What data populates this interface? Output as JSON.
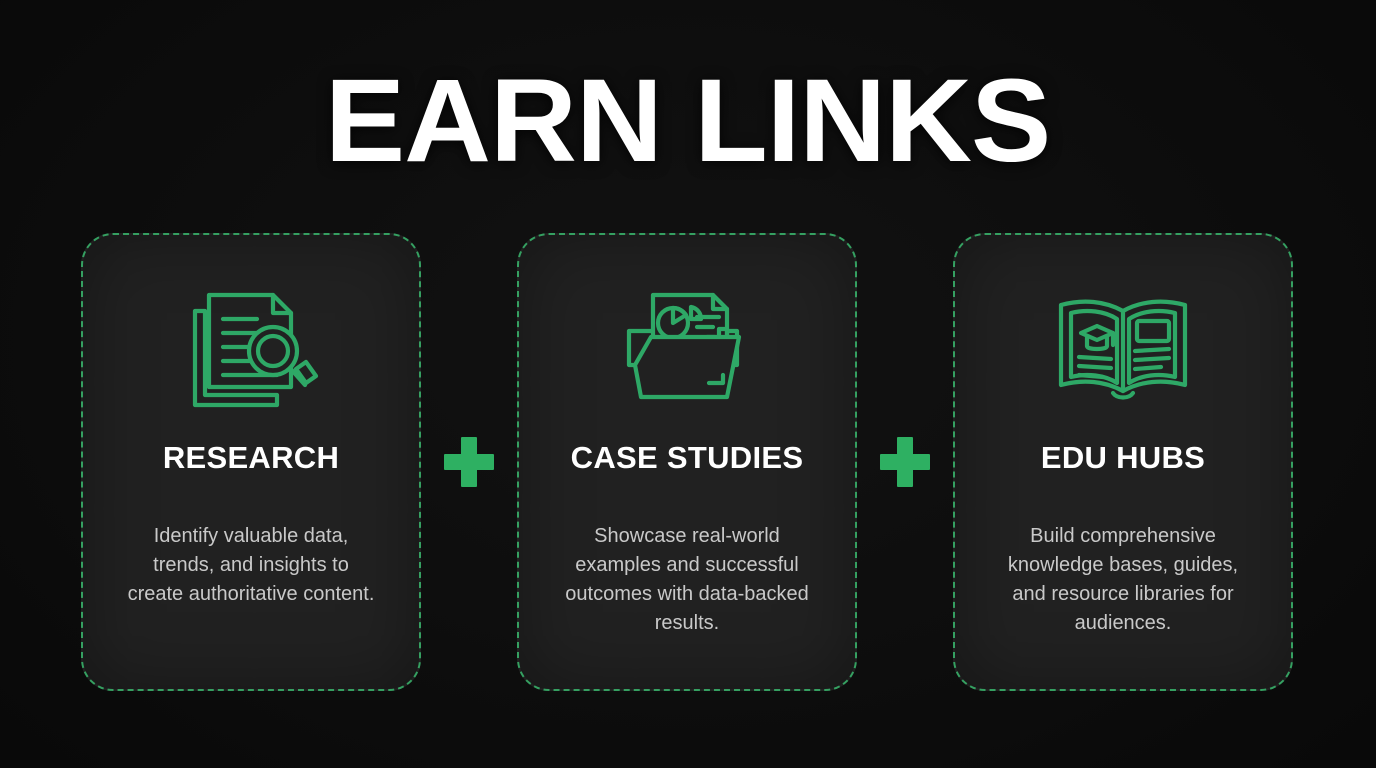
{
  "header": {
    "title": "EARN LINKS"
  },
  "theme": {
    "background": "#0d0d0d",
    "card_background": "#212121",
    "accent_green": "#2eb062",
    "border_green": "#35a061",
    "title_color": "#ffffff",
    "body_text_color": "#c9c9c9"
  },
  "separators": [
    {
      "symbol": "+",
      "name": "plus-separator-1"
    },
    {
      "symbol": "+",
      "name": "plus-separator-2"
    }
  ],
  "cards": [
    {
      "icon": "documents-magnifier-icon",
      "title": "RESEARCH",
      "description": "Identify valuable data, trends, and insights to create authoritative content."
    },
    {
      "icon": "folder-chart-document-icon",
      "title": "CASE STUDIES",
      "description": "Showcase real-world examples and successful outcomes with data-backed results."
    },
    {
      "icon": "open-book-graduation-cap-icon",
      "title": "EDU HUBS",
      "description": "Build comprehensive knowledge bases, guides, and resource libraries for audiences."
    }
  ]
}
